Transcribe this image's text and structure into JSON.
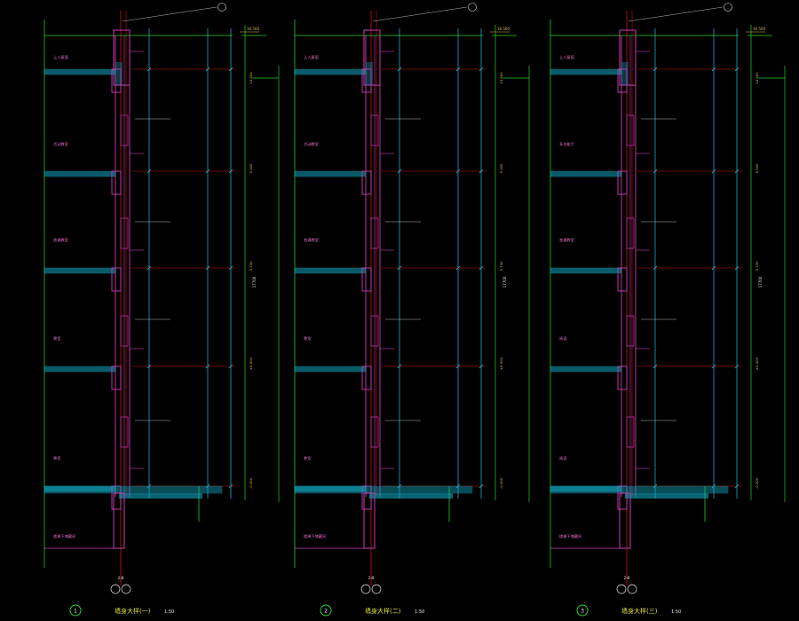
{
  "drawing": {
    "background": "#000000",
    "colors": {
      "grid_red": "#d01010",
      "dim_cyan": "#18c0e8",
      "guide_green": "#20d020",
      "wall_magenta": "#d03cb4",
      "slab_cyan": "#10a8c0",
      "text_white": "#e8e8e8",
      "text_yellow": "#d8c050",
      "room_pink": "#e870c8",
      "title_yellow": "#e0e040",
      "circle_green": "#30e030"
    },
    "sections": [
      {
        "index_label": "1",
        "title": "墙身大样(一)",
        "scale": "1:50",
        "axis_label": "2-B",
        "top_elev": "16.500",
        "rooms": [
          "上人屋面",
          "活动教室",
          "普通教室",
          "教室",
          "教室",
          "楼梯下储藏间"
        ],
        "floor_elevs": [
          "13.500",
          "9.300",
          "5.700",
          "±0.000",
          "-0.300"
        ],
        "total_dim": "17700"
      },
      {
        "index_label": "2",
        "title": "墙身大样(二)",
        "scale": "1:50",
        "axis_label": "2-B",
        "top_elev": "16.500",
        "rooms": [
          "上人屋面",
          "活动教室",
          "普通教室",
          "教室",
          "教室",
          "楼梯下储藏间"
        ],
        "floor_elevs": [
          "13.500",
          "9.300",
          "5.700",
          "±0.000",
          "-0.300"
        ],
        "total_dim": "17700"
      },
      {
        "index_label": "3",
        "title": "墙身大样(三)",
        "scale": "1:50",
        "axis_label": "2-B",
        "top_elev": "16.500",
        "rooms": [
          "上人屋面",
          "多功能厅",
          "普通教室",
          "阅读",
          "阅读",
          "楼梯下储藏间"
        ],
        "floor_elevs": [
          "13.500",
          "9.300",
          "5.700",
          "±0.000",
          "-0.300"
        ],
        "total_dim": "17700"
      }
    ]
  }
}
